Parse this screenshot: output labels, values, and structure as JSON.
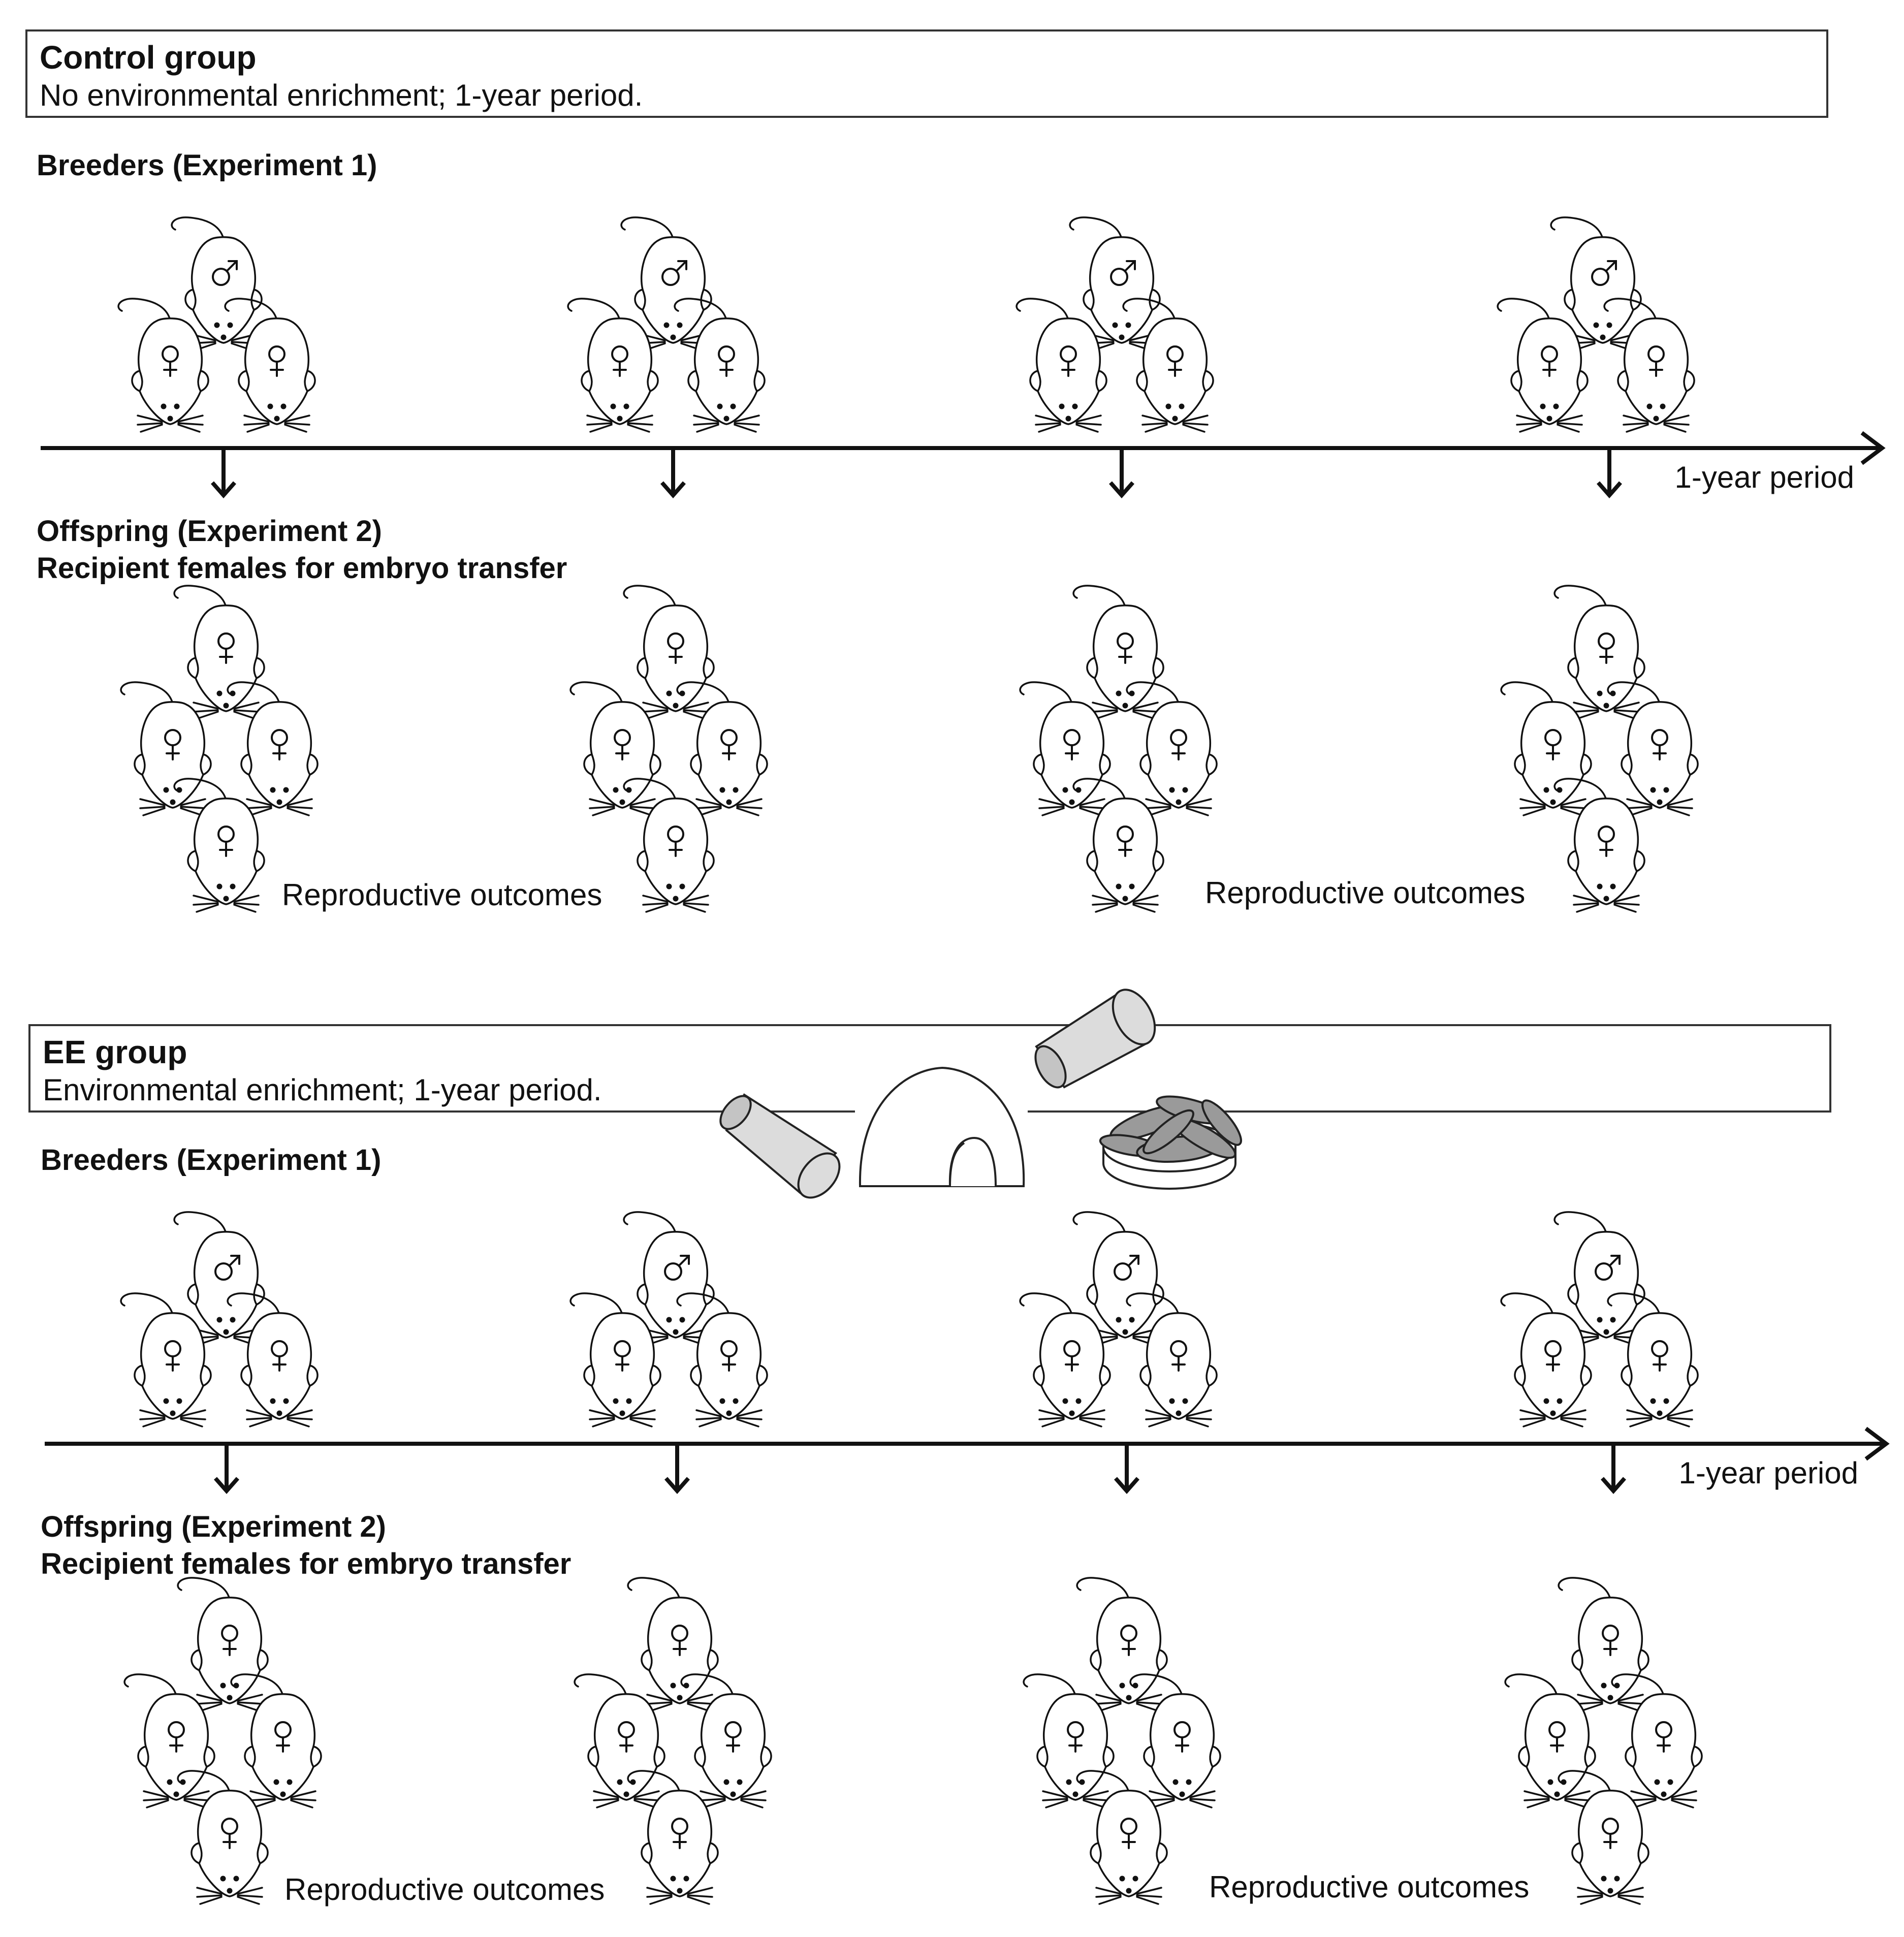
{
  "control": {
    "title": "Control group",
    "subtitle": "No environmental enrichment; 1-year period.",
    "breeders_heading": "Breeders (Experiment 1)",
    "timeline_label": "1-year period",
    "offspring_heading_1": "Offspring (Experiment 2)",
    "offspring_heading_2": "Recipient females for embryo transfer",
    "outcome_label_left": "Reproductive outcomes",
    "outcome_label_right": "Reproductive outcomes"
  },
  "ee": {
    "title": "EE group",
    "subtitle": "Environmental enrichment; 1-year period.",
    "breeders_heading": "Breeders (Experiment 1)",
    "timeline_label": "1-year period",
    "offspring_heading_1": "Offspring (Experiment 2)",
    "offspring_heading_2": "Recipient females for embryo transfer",
    "outcome_label_left": "Reproductive outcomes",
    "outcome_label_right": "Reproductive outcomes"
  },
  "icons": {
    "mouse": "mouse-icon",
    "male_symbol": "male-symbol-icon",
    "female_symbol": "female-symbol-icon",
    "enrichment": [
      "tunnel-icon",
      "igloo-shelter-icon",
      "tunnel-icon",
      "nesting-material-dish-icon"
    ]
  },
  "colors": {
    "line": "#111111",
    "box_border": "#333333",
    "tunnel_fill": "#dcdcdc",
    "nest_fill": "#9a9a9a"
  },
  "groups": {
    "breeder_groups_per_row": 4,
    "breeder_group": [
      "male",
      "female",
      "female"
    ],
    "offspring_groups_per_row": 4,
    "offspring_group": [
      "female",
      "female",
      "female",
      "female"
    ]
  }
}
